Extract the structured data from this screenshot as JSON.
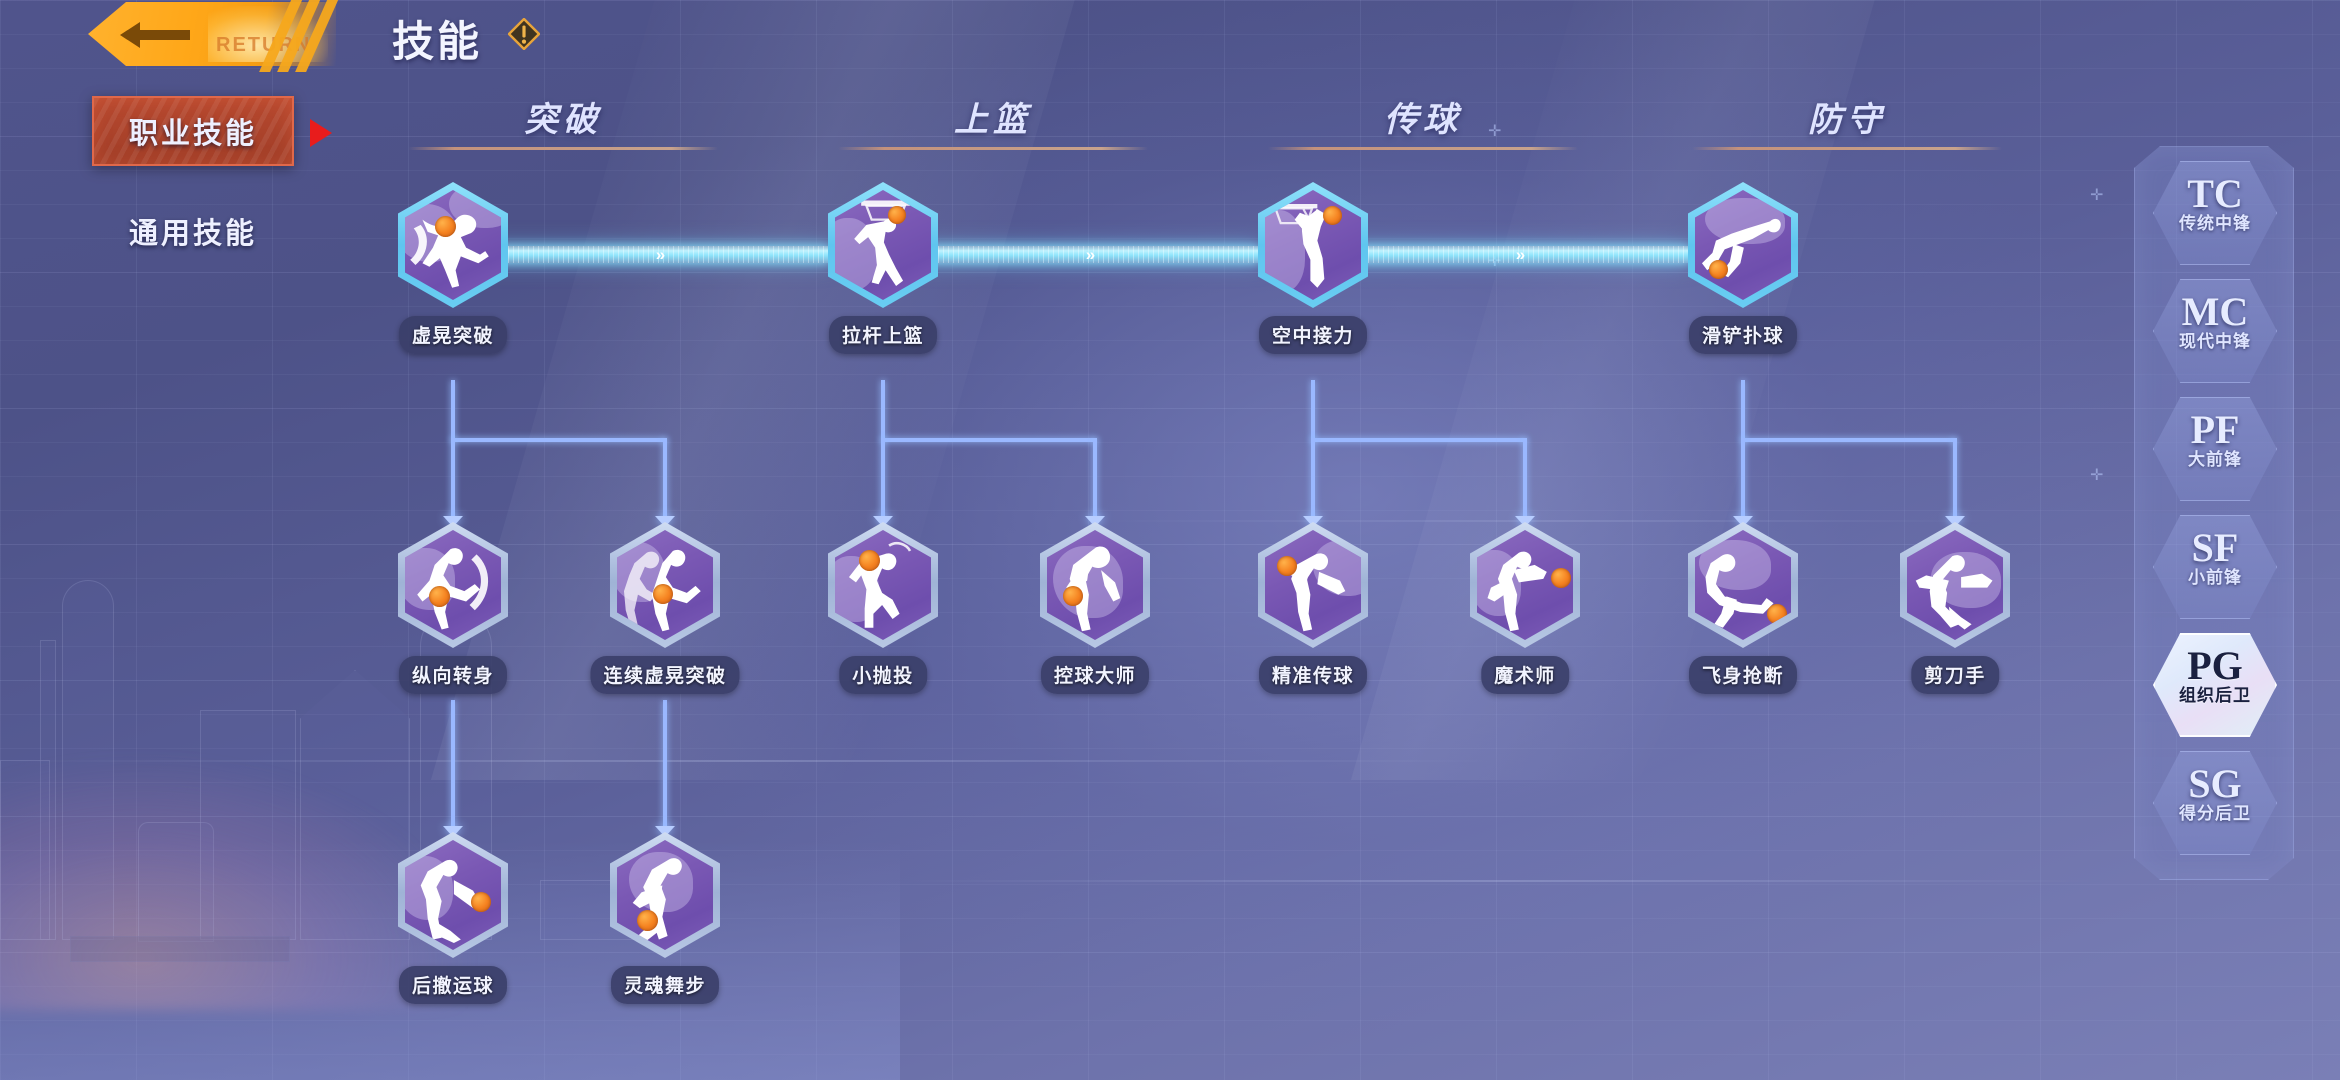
{
  "header": {
    "return_label": "RETURN",
    "return_icon": "arrow-left-icon",
    "title": "技能",
    "warning_icon": "warning-diamond-icon"
  },
  "sidebar": {
    "items": [
      {
        "label": "职业技能",
        "active": true
      },
      {
        "label": "通用技能",
        "active": false
      }
    ]
  },
  "columns": [
    {
      "label": "突破"
    },
    {
      "label": "上篮"
    },
    {
      "label": "传球"
    },
    {
      "label": "防守"
    }
  ],
  "skills": {
    "row1": [
      {
        "label": "虚晃突破",
        "icon": "crossover-dribble-icon"
      },
      {
        "label": "拉杆上篮",
        "icon": "layup-icon"
      },
      {
        "label": "空中接力",
        "icon": "alley-oop-icon"
      },
      {
        "label": "滑铲扑球",
        "icon": "dive-steal-icon"
      }
    ],
    "row2": [
      {
        "label": "纵向转身",
        "icon": "spin-move-icon"
      },
      {
        "label": "连续虚晃突破",
        "icon": "chain-crossover-icon"
      },
      {
        "label": "小抛投",
        "icon": "floater-icon"
      },
      {
        "label": "控球大师",
        "icon": "ball-handler-icon"
      },
      {
        "label": "精准传球",
        "icon": "precision-pass-icon"
      },
      {
        "label": "魔术师",
        "icon": "magician-pass-icon"
      },
      {
        "label": "飞身抢断",
        "icon": "flying-steal-icon"
      },
      {
        "label": "剪刀手",
        "icon": "scissor-hands-icon"
      }
    ],
    "row3": [
      {
        "label": "后撤运球",
        "icon": "stepback-dribble-icon"
      },
      {
        "label": "灵魂舞步",
        "icon": "dream-shake-icon"
      }
    ]
  },
  "positions": [
    {
      "abbr": "TC",
      "name": "传统中锋",
      "selected": false
    },
    {
      "abbr": "MC",
      "name": "现代中锋",
      "selected": false
    },
    {
      "abbr": "PF",
      "name": "大前锋",
      "selected": false
    },
    {
      "abbr": "SF",
      "name": "小前锋",
      "selected": false
    },
    {
      "abbr": "PG",
      "name": "组织后卫",
      "selected": true
    },
    {
      "abbr": "SG",
      "name": "得分后卫",
      "selected": false
    }
  ],
  "connector": {
    "chevron": "»"
  },
  "colors": {
    "accent_orange": "#ffa718",
    "active_nav": "#b8492f",
    "node_unlocked_border": "#6fd0f2",
    "node_locked_border": "#a9bcdc",
    "link_glow": "#8fe4fb",
    "tree_line": "#9ab8ff",
    "hex_fill": "#7a58b4"
  }
}
